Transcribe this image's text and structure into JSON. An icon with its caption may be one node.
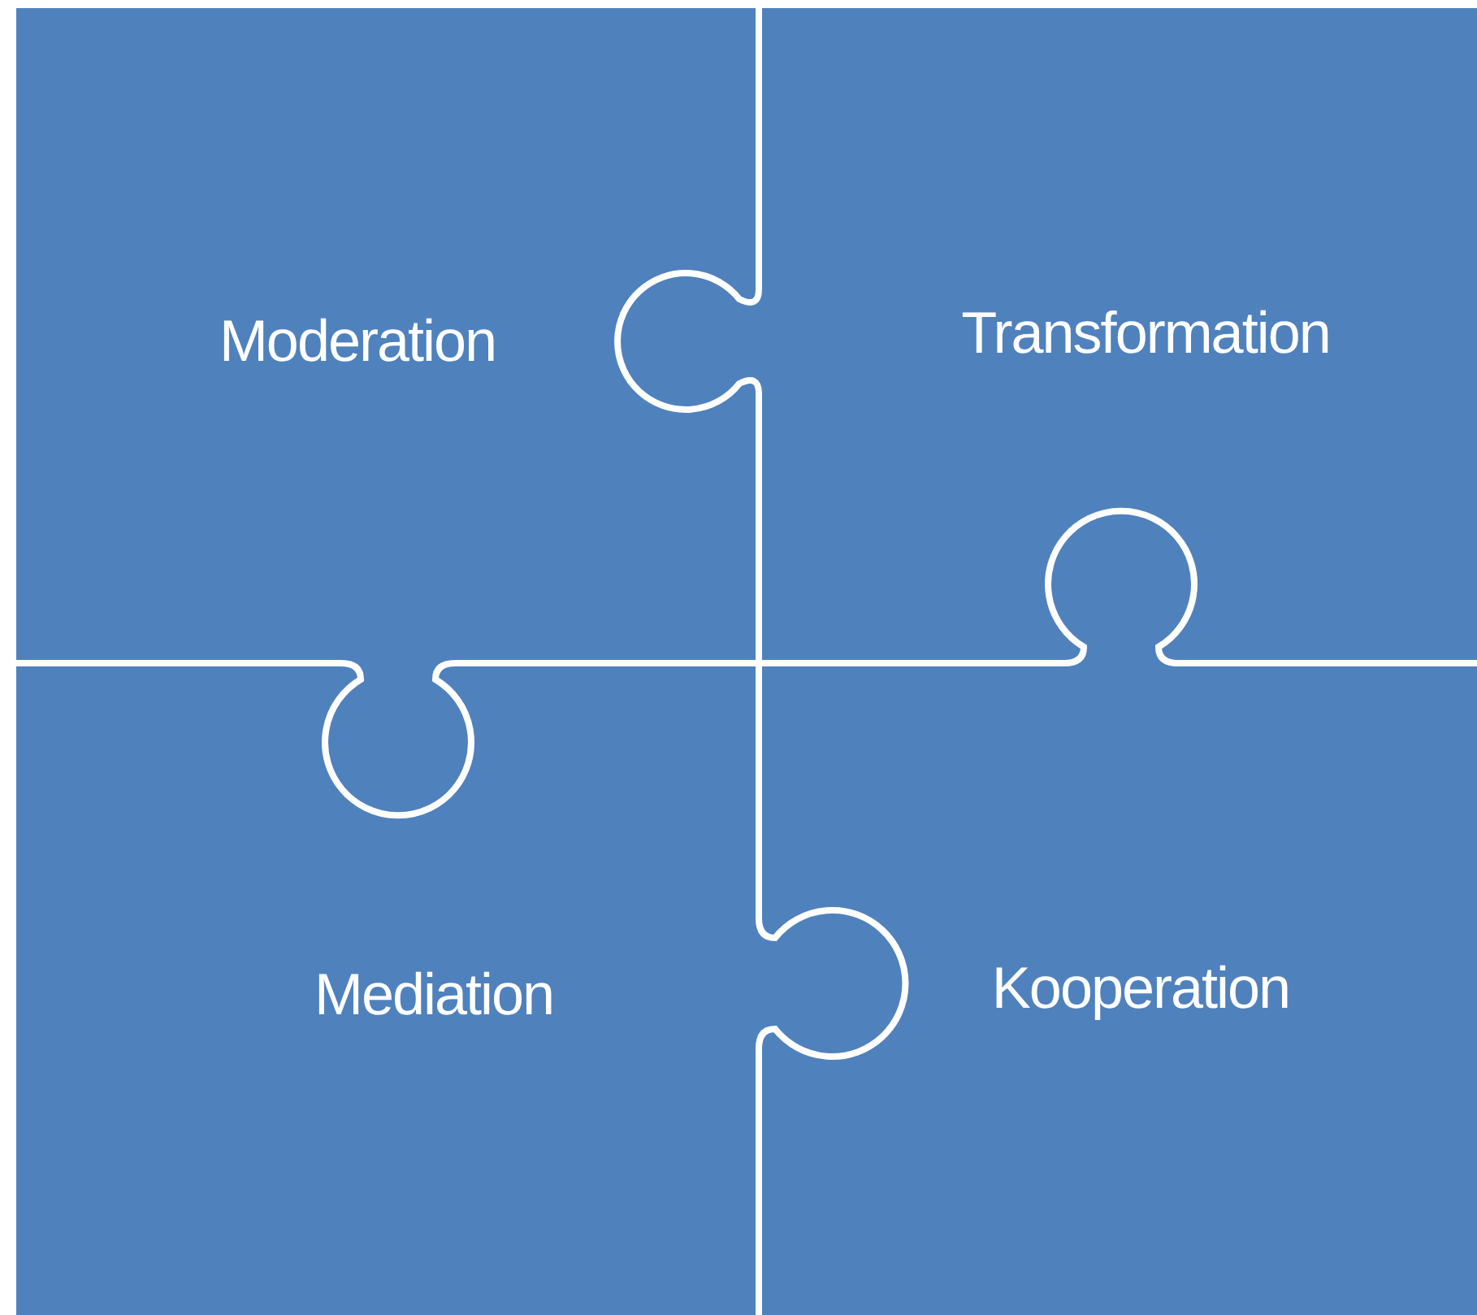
{
  "diagram": {
    "nodes": [
      {
        "text": [
          "Moderation"
        ]
      },
      {
        "text": [
          "Transformation"
        ]
      },
      {
        "text": [
          "Mediation"
        ]
      },
      {
        "text": [
          "Kooperation"
        ]
      }
    ]
  }
}
